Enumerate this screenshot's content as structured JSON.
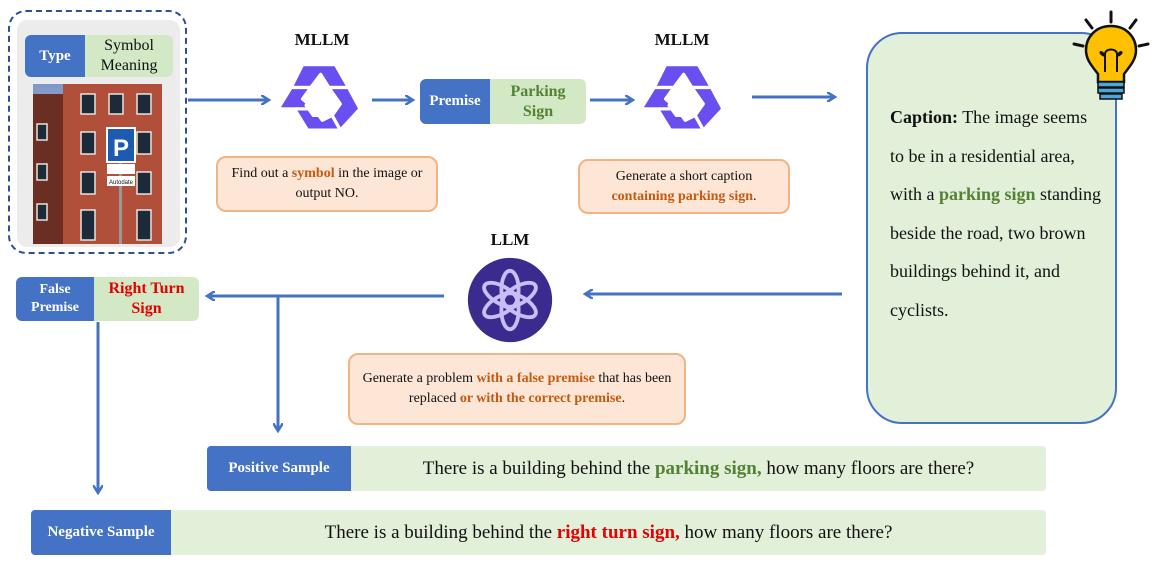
{
  "type_box": {
    "tag": "Type",
    "value": "Symbol Meaning"
  },
  "photo": {
    "sign_letter": "P",
    "sign_label": "Autodate"
  },
  "mllm_1": {
    "title": "MLLM",
    "instruction_pre": "Find out a ",
    "instruction_highlight": "symbol",
    "instruction_post": " in the image or output NO."
  },
  "premise_box": {
    "tag": "Premise",
    "value": "Parking Sign"
  },
  "mllm_2": {
    "title": "MLLM",
    "instruction_pre": "Generate a short caption",
    "instruction_highlight": "containing parking sign",
    "instruction_post": "."
  },
  "caption": {
    "label": "Caption:",
    "text_1": " The image seems to be in a residential area, with a ",
    "highlight": "parking sign",
    "text_2": " standing beside the road, two brown buildings behind it, and cyclists."
  },
  "llm": {
    "title": "LLM",
    "instruction_pre": "Generate a problem ",
    "instruction_highlight_1": "with a false premise",
    "instruction_mid": " that has been replaced ",
    "instruction_highlight_2": "or with the correct premise",
    "instruction_post": "."
  },
  "false_premise_box": {
    "tag": "False Premise",
    "value": "Right Turn Sign"
  },
  "positive_sample": {
    "label": "Positive Sample",
    "text_pre": "There is a building behind the ",
    "highlight": "parking sign,",
    "text_post": " how many floors are there?"
  },
  "negative_sample": {
    "label": "Negative Sample",
    "text_pre": "There is a building behind the ",
    "highlight": "right turn sign,",
    "text_post": " how many floors are there?"
  },
  "colors": {
    "accent_blue": "#4472c4",
    "label_green_bg": "#d3e9c6",
    "note_orange_bg": "#fde6d5",
    "highlight_orange": "#c55a11",
    "highlight_green": "#548235",
    "highlight_red": "#e50000",
    "qwen_purple": "#6a4ff0",
    "openai_purple": "#3b2b8f"
  },
  "icons": [
    "qwen-logo-icon",
    "openai-logo-icon",
    "lightbulb-icon",
    "arrow-icon"
  ]
}
